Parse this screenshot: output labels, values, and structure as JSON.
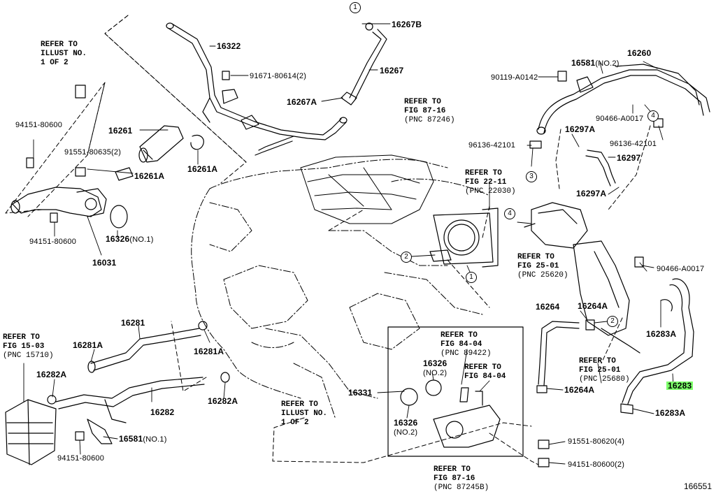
{
  "figure_id": "166551",
  "parts": {
    "p16322": "16322",
    "p16267B": "16267B",
    "p16267": "16267",
    "p16267A": "16267A",
    "p91671": "91671-80614",
    "p91671_qty": "(2)",
    "p16261": "16261",
    "p91551a": "91551-80635",
    "p91551a_qty": "(2)",
    "p16261A_1": "16261A",
    "p16261A_2": "16261A",
    "p94151a": "94151-80600",
    "p94151b": "94151-80600",
    "p16326a": "16326",
    "p16326a_qty": "(NO.1)",
    "p16031": "16031",
    "p90119": "90119-A0142",
    "p16581a": "16581",
    "p16581a_qty": "(NO.2)",
    "p16260": "16260",
    "p90466a": "90466-A0017",
    "p16297A_1": "16297A",
    "p96136a": "96136-42101",
    "p96136b": "96136-42101",
    "p16297": "16297",
    "p16297A_2": "16297A",
    "p90466b": "90466-A0017",
    "p16264": "16264",
    "p16264A_1": "16264A",
    "p16264A_2": "16264A",
    "p16283A_1": "16283A",
    "p16283A_2": "16283A",
    "p16283": "16283",
    "p16281": "16281",
    "p16281A_1": "16281A",
    "p16281A_2": "16281A",
    "p16282A_1": "16282A",
    "p16282A_2": "16282A",
    "p16282": "16282",
    "p16581b": "16581",
    "p16581b_qty": "(NO.1)",
    "p94151c": "94151-80600",
    "p16331": "16331",
    "p16326b": "16326",
    "p16326b_qty": "(NO.2)",
    "p16326c": "16326",
    "p16326c_qty": "(NO.2)",
    "p91551b": "91551-80620",
    "p91551b_qty": "(4)",
    "p94151d": "94151-80600",
    "p94151d_qty": "(2)"
  },
  "refs": {
    "r1_l1": "REFER TO",
    "r1_l2": "ILLUST NO.",
    "r1_l3": "1 OF 2",
    "r2_l1": "REFER TO",
    "r2_l2": "FIG 87-16",
    "r2_l3": "(PNC 87246)",
    "r3_l1": "REFER TO",
    "r3_l2": "FIG 22-11",
    "r3_l3": "(PNC 22030)",
    "r4_l1": "REFER TO",
    "r4_l2": "FIG 25-01",
    "r4_l3": "(PNC 25620)",
    "r5_l1": "REFER TO",
    "r5_l2": "FIG 84-04",
    "r5_l3": "(PNC 89422)",
    "r6_l1": "REFER TO",
    "r6_l2": "FIG 84-04",
    "r7_l1": "REFER TO",
    "r7_l2": "FIG 25-01",
    "r7_l3": "(PNC 25680)",
    "r8_l1": "REFER TO",
    "r8_l2": "FIG 15-03",
    "r8_l3": "(PNC 15710)",
    "r9_l1": "REFER TO",
    "r9_l2": "ILLUST NO.",
    "r9_l3": "1 OF 2",
    "r10_l1": "REFER TO",
    "r10_l2": "FIG 87-16",
    "r10_l3": "(PNC 87245B)"
  },
  "callouts": {
    "c1a": "1",
    "c1b": "1",
    "c2a": "2",
    "c2b": "2",
    "c3": "3",
    "c4a": "4",
    "c4b": "4"
  },
  "colors": {
    "highlight": "#7dff6a",
    "line": "#000000"
  }
}
